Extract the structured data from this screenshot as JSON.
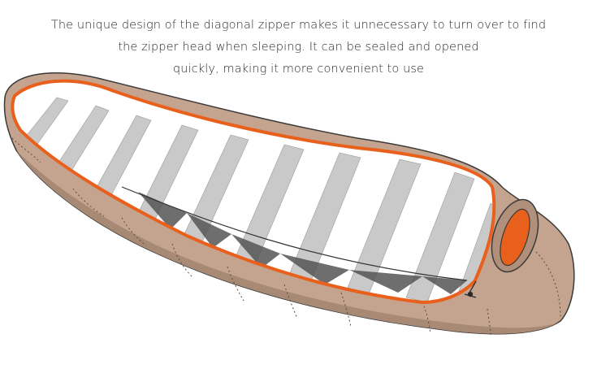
{
  "caption": {
    "line1": "The unique design of the diagonal zipper makes it unnecessary to turn over to find",
    "line2": "the zipper head when sleeping. It can be sealed and opened",
    "line3": "quickly, making it more convenient to use"
  },
  "colors": {
    "shell": "#c4a48e",
    "shell_dark": "#9c7c66",
    "outline": "#3a3a3a",
    "zipper": "#e8601c",
    "baffle": "#c9c9c9",
    "down": "#ffffff",
    "inner_shadow": "#555555"
  },
  "icons": {
    "zipper_pull": "zipper-pull-icon"
  }
}
